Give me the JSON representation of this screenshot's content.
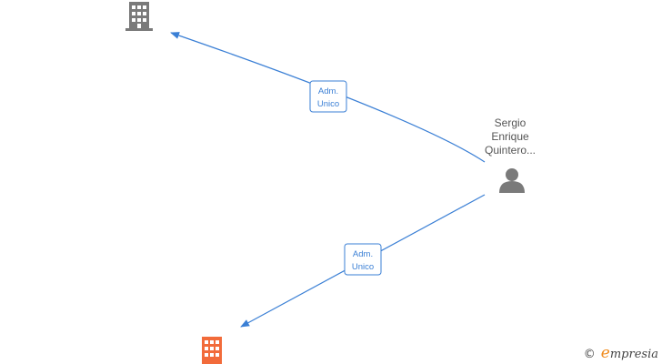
{
  "person": {
    "name_lines": [
      "Sergio",
      "Enrique",
      "Quintero..."
    ],
    "icon": "person-icon"
  },
  "companies": [
    {
      "icon": "building-icon",
      "color": "#7a7a7a"
    },
    {
      "icon": "building-icon",
      "color": "#f26b3a"
    }
  ],
  "relations": [
    {
      "label_lines": [
        "Adm.",
        "Unico"
      ],
      "color": "#3a7fd5"
    },
    {
      "label_lines": [
        "Adm.",
        "Unico"
      ],
      "color": "#3a7fd5"
    }
  ],
  "brand": {
    "copyright_symbol": "©",
    "initial": "e",
    "rest": "mpresia"
  }
}
